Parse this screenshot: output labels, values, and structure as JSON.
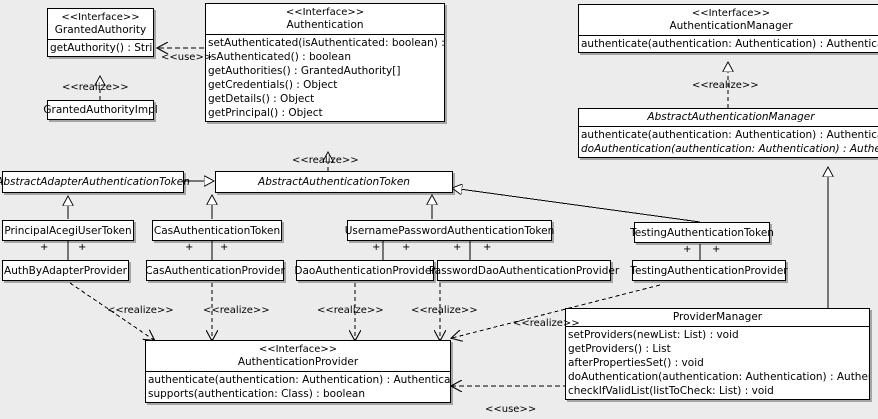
{
  "diagram": {
    "kind": "uml-class-diagram",
    "background": "#ececec",
    "line_color": "#000000",
    "node_fill": "#ffffff"
  },
  "stereotypes": {
    "interface": "<<Interface>>",
    "realize": "<<realize>>",
    "use": "<<use>>"
  },
  "nodes": {
    "granted_authority": {
      "stereotype": "<<Interface>>",
      "name": "GrantedAuthority",
      "members": [
        "getAuthority() : String"
      ]
    },
    "granted_authority_impl": {
      "name": "GrantedAuthorityImpl"
    },
    "authentication": {
      "stereotype": "<<Interface>>",
      "name": "Authentication",
      "members": [
        "setAuthenticated(isAuthenticated: boolean) : void",
        "isAuthenticated() : boolean",
        "getAuthorities() : GrantedAuthority[]",
        "getCredentials() : Object",
        "getDetails() : Object",
        "getPrincipal() : Object"
      ]
    },
    "authentication_manager": {
      "stereotype": "<<Interface>>",
      "name": "AuthenticationManager",
      "members": [
        "authenticate(authentication: Authentication) : Authentication"
      ]
    },
    "abstract_authentication_manager": {
      "name": "AbstractAuthenticationManager",
      "members": [
        "authenticate(authentication: Authentication) : Authentication",
        "doAuthentication(authentication: Authentication) : Authentication"
      ]
    },
    "abstract_adapter_authentication_token": {
      "name": "AbstractAdapterAuthenticationToken"
    },
    "abstract_authentication_token": {
      "name": "AbstractAuthenticationToken"
    },
    "principal_acegi_user_token": {
      "name": "PrincipalAcegiUserToken"
    },
    "cas_authentication_token": {
      "name": "CasAuthenticationToken"
    },
    "username_password_authentication_token": {
      "name": "UsernamePasswordAuthenticationToken"
    },
    "testing_authentication_token": {
      "name": "TestingAuthenticationToken"
    },
    "auth_by_adapter_provider": {
      "name": "AuthByAdapterProvider"
    },
    "cas_authentication_provider": {
      "name": "CasAuthenticationProvider"
    },
    "dao_authentication_provider": {
      "name": "DaoAuthenticationProvider"
    },
    "password_dao_authentication_provider": {
      "name": "PasswordDaoAuthenticationProvider"
    },
    "testing_authentication_provider": {
      "name": "TestingAuthenticationProvider"
    },
    "authentication_provider": {
      "stereotype": "<<Interface>>",
      "name": "AuthenticationProvider",
      "members": [
        "authenticate(authentication: Authentication) : Authentication",
        "supports(authentication: Class) : boolean"
      ]
    },
    "provider_manager": {
      "name": "ProviderManager",
      "members": [
        "setProviders(newList: List) : void",
        "getProviders() : List",
        "afterPropertiesSet() : void",
        "doAuthentication(authentication: Authentication) : Authentication",
        "checkIfValidList(listToCheck: List) : void"
      ]
    }
  },
  "edge_labels": {
    "use_authentication_grantedauthority": "<<use>>",
    "realize_grantedauthorityimpl": "<<realize>>",
    "realize_abstractauthenticationtoken": "<<realize>>",
    "realize_abstractauthenticationmanager": "<<realize>>",
    "realize_authbyadapter": "<<realize>>",
    "realize_cas": "<<realize>>",
    "realize_dao": "<<realize>>",
    "realize_passworddao": "<<realize>>",
    "realize_testing": "<<realize>>",
    "use_providermanager_authenticationprovider": "<<use>>"
  },
  "association_markers": {
    "multiplicity": "+"
  }
}
